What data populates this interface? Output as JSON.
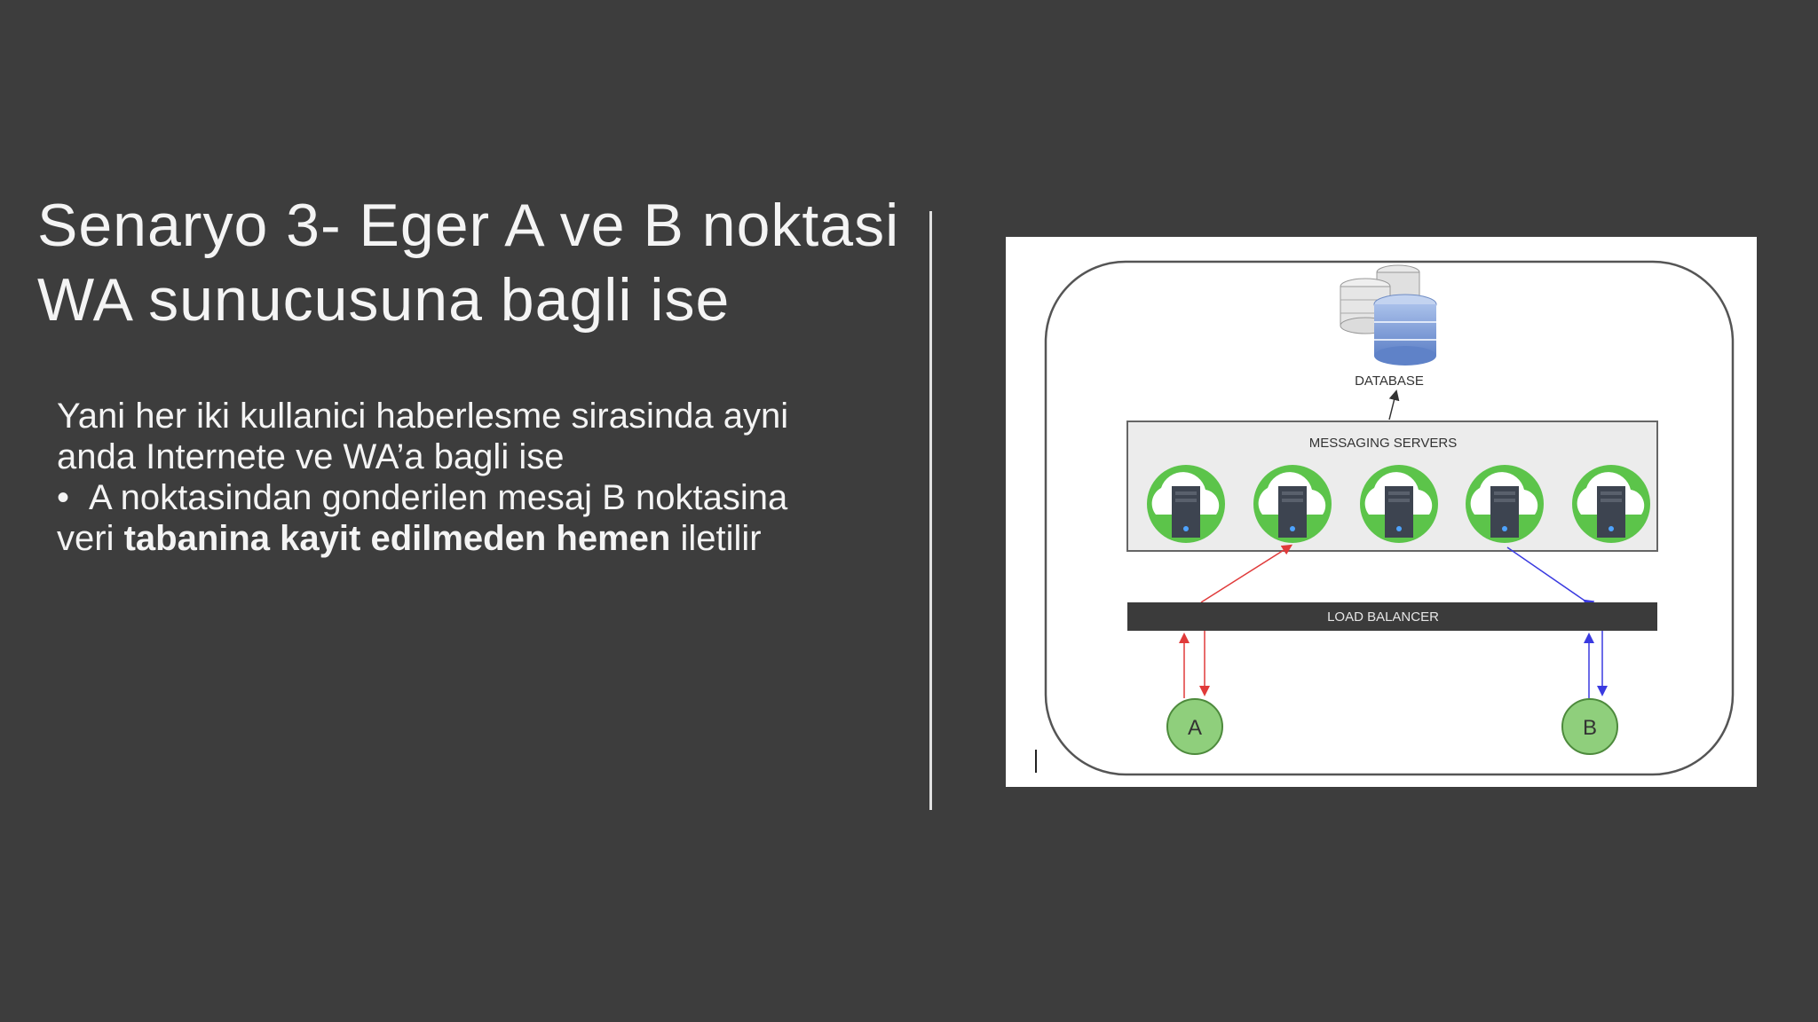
{
  "slide": {
    "title_line1": "Senaryo 3- Eger A ve B noktasi",
    "title_line2": "WA sunucusuna bagli ise",
    "paragraph_line1": "Yani her iki kullanici haberlesme sirasinda ayni",
    "paragraph_line2": "anda Internete ve WA’a bagli ise",
    "bullet_symbol": "•",
    "bullet_part1": "A noktasindan gonderilen mesaj B noktasina",
    "bullet_part2": "veri ",
    "bullet_bold": "tabanina kayit edilmeden hemen",
    "bullet_part3": " iletilir"
  },
  "diagram": {
    "database_label": "DATABASE",
    "servers_label": "MESSAGING SERVERS",
    "load_balancer_label": "LOAD BALANCER",
    "node_a_label": "A",
    "node_b_label": "B",
    "server_count": 5,
    "colors": {
      "server_green": "#5cc44a",
      "node_green": "#8fcf7c",
      "arrow_red": "#e03a3a",
      "arrow_blue": "#3a3ae0",
      "load_balancer": "#3b3b3b",
      "database_blue": "#7a9bd6"
    }
  }
}
